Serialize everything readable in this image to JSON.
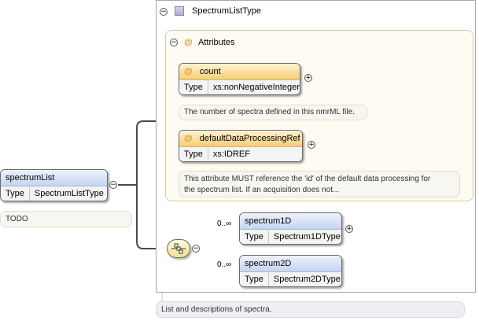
{
  "root": {
    "name": "spectrumList",
    "type_label": "Type",
    "type_value": "SpectrumListType",
    "annotation": "TODO"
  },
  "complex_type": {
    "name": "SpectrumListType",
    "annotation": "List and descriptions of spectra."
  },
  "attributes": {
    "title": "Attributes",
    "at_symbol": "@",
    "items": [
      {
        "name": "count",
        "type_label": "Type",
        "type_value": "xs:nonNegativeInteger",
        "annotation": "The number of spectra defined in this nmrML file."
      },
      {
        "name": "defaultDataProcessingRef",
        "type_label": "Type",
        "type_value": "xs:IDREF",
        "annotation_line1": "This attribute MUST reference the 'id' of the default data processing for",
        "annotation_line2": "the spectrum list. If an acquisition does not..."
      }
    ]
  },
  "sequence": {
    "children": [
      {
        "name": "spectrum1D",
        "cardinality": "0..∞",
        "type_label": "Type",
        "type_value": "Spectrum1DType"
      },
      {
        "name": "spectrum2D",
        "cardinality": "0..∞",
        "type_label": "Type",
        "type_value": "Spectrum2DType"
      }
    ]
  },
  "icons": {
    "collapse": "−",
    "expand": "+"
  }
}
